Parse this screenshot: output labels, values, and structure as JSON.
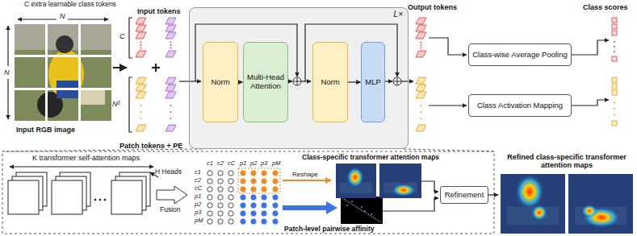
{
  "diagram": {
    "nodes": [
      {
        "text": [
          "L×"
        ]
      },
      {
        "text": [
          "Norm"
        ],
        "in": 0
      },
      {
        "text": [
          "Multi-Head Attention"
        ],
        "in": 0
      },
      {
        "text": [
          "Norm"
        ],
        "in": 0
      },
      {
        "text": [
          "MLP"
        ],
        "in": 0
      },
      {
        "text": [
          "Class-wise Average Pooling"
        ]
      },
      {
        "text": [
          "Class Activation Mapping"
        ]
      },
      {
        "text": [
          "Refinement"
        ]
      }
    ],
    "edges": [
      {
        "from": 1,
        "to": 2,
        "arrow": "to"
      },
      {
        "from": 3,
        "to": 4,
        "arrow": "to"
      }
    ],
    "labels": [
      "C extra learnable class tokens",
      "N",
      "N",
      "Input RGB image",
      "Input tokens",
      "C",
      "N²",
      "Patch tokens + PE",
      "Output tokens",
      "Class scores",
      "K transformer self-attention maps",
      "H Heads",
      "Fusion",
      "c1",
      "c2",
      "cC",
      "p1",
      "p2",
      "p3",
      "pM",
      "c1",
      "c2",
      "cC",
      "p1",
      "p2",
      "p3",
      "pM",
      "Class-specific transformer attention maps",
      "Reshape",
      "Patch-level pairwise affinity",
      "Refined class-specific transformer attention maps"
    ]
  }
}
